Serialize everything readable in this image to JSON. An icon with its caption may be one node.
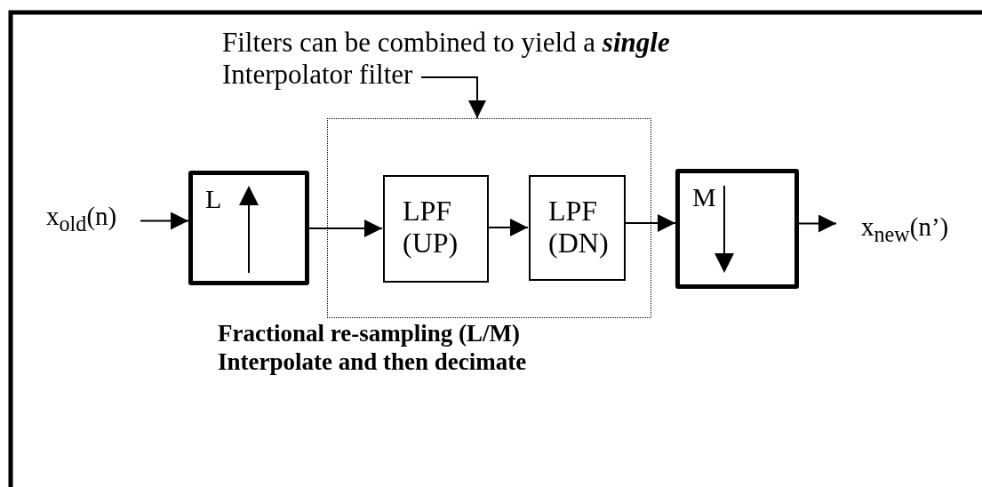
{
  "diagram": {
    "nodes": [
      {
        "text": [
          "Filters can be combined to yield a **single** Interpolator filter"
        ]
      },
      {
        "text": [
          "x$_{old}$(n)"
        ]
      },
      {
        "text": [
          "L"
        ]
      },
      {
        "text": [],
        "shape": "box"
      },
      {
        "text": [
          "LPF (UP)"
        ],
        "in": 3
      },
      {
        "text": [
          "LPF (DN)"
        ],
        "in": 3
      },
      {
        "text": [
          "M"
        ]
      },
      {
        "text": [
          "x$_{new}$(n’)"
        ]
      }
    ],
    "edges": [
      {
        "from": 0,
        "to": 3,
        "arrow": "to"
      },
      {
        "from": 1,
        "to": 2,
        "arrow": "to"
      },
      {
        "from": 2,
        "to": 4,
        "arrow": "to"
      },
      {
        "from": 4,
        "to": 5,
        "arrow": "to"
      },
      {
        "from": 5,
        "to": 6,
        "arrow": "to"
      },
      {
        "from": 6,
        "to": 7,
        "arrow": "to"
      }
    ],
    "labels": [
      "Fractional re-sampling (L/M)",
      "Interpolate and then decimate"
    ]
  }
}
